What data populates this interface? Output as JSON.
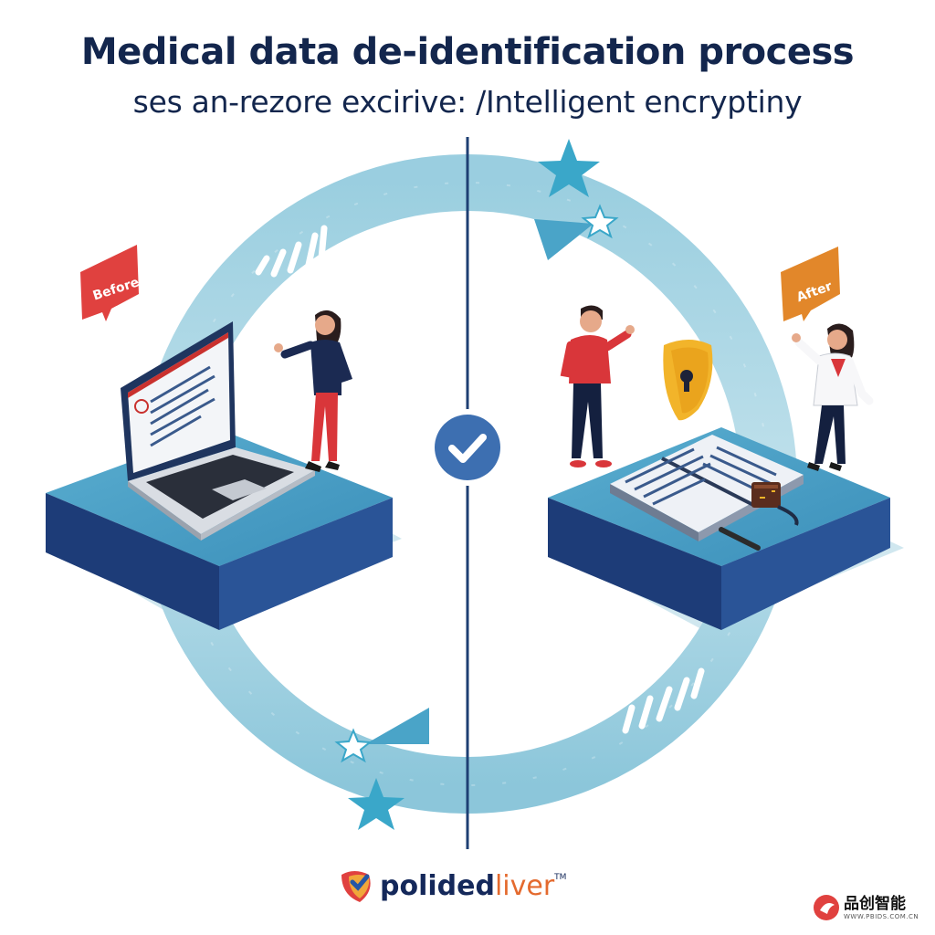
{
  "header": {
    "title": "Medical data de-identification process",
    "subtitle": "ses an-rezore excirive: /Intelligent encryptiny"
  },
  "labels": {
    "before": "Before",
    "after": "After"
  },
  "brand": {
    "name": "polided",
    "suffix": "liver",
    "tm": "TM"
  },
  "watermark": {
    "name": "品创智能",
    "url": "WWW.PBIDS.COM.CN"
  },
  "icons": {
    "center": "checkmark-icon",
    "lock": "shield-lock-icon"
  },
  "colors": {
    "navy": "#13264d",
    "ring": "#5fb0c9",
    "before_badge": "#e0413f",
    "after_badge": "#e2872a",
    "check": "#3d6fb1"
  }
}
